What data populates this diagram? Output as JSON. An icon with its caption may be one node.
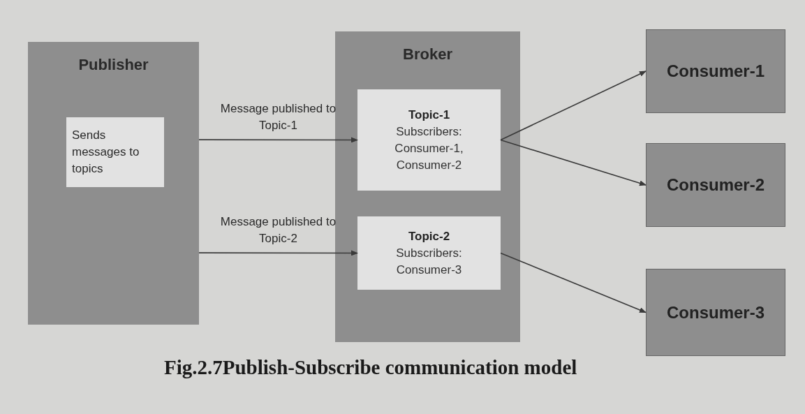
{
  "diagram": {
    "caption": "Fig.2.7Publish-Subscribe communication model",
    "nodes": [
      {
        "text": [
          "Publisher"
        ]
      },
      {
        "text": [
          "Sends messages to topics"
        ],
        "in": 0
      },
      {
        "text": [
          "Broker"
        ]
      },
      {
        "text": [
          "Topic-1",
          "Subscribers: Consumer-1, Consumer-2"
        ],
        "in": 2
      },
      {
        "text": [
          "Topic-2",
          "Subscribers: Consumer-3"
        ],
        "in": 2
      },
      {
        "text": [
          "Consumer-1"
        ]
      },
      {
        "text": [
          "Consumer-2"
        ]
      },
      {
        "text": [
          "Consumer-3"
        ]
      }
    ],
    "edges": [
      {
        "from": 0,
        "to": 3,
        "arrow": "to",
        "label": "Message published to Topic-1"
      },
      {
        "from": 0,
        "to": 4,
        "arrow": "to",
        "label": "Message published to Topic-2"
      },
      {
        "from": 3,
        "to": 5,
        "arrow": "to"
      },
      {
        "from": 3,
        "to": 6,
        "arrow": "to"
      },
      {
        "from": 4,
        "to": 7,
        "arrow": "to"
      }
    ]
  }
}
